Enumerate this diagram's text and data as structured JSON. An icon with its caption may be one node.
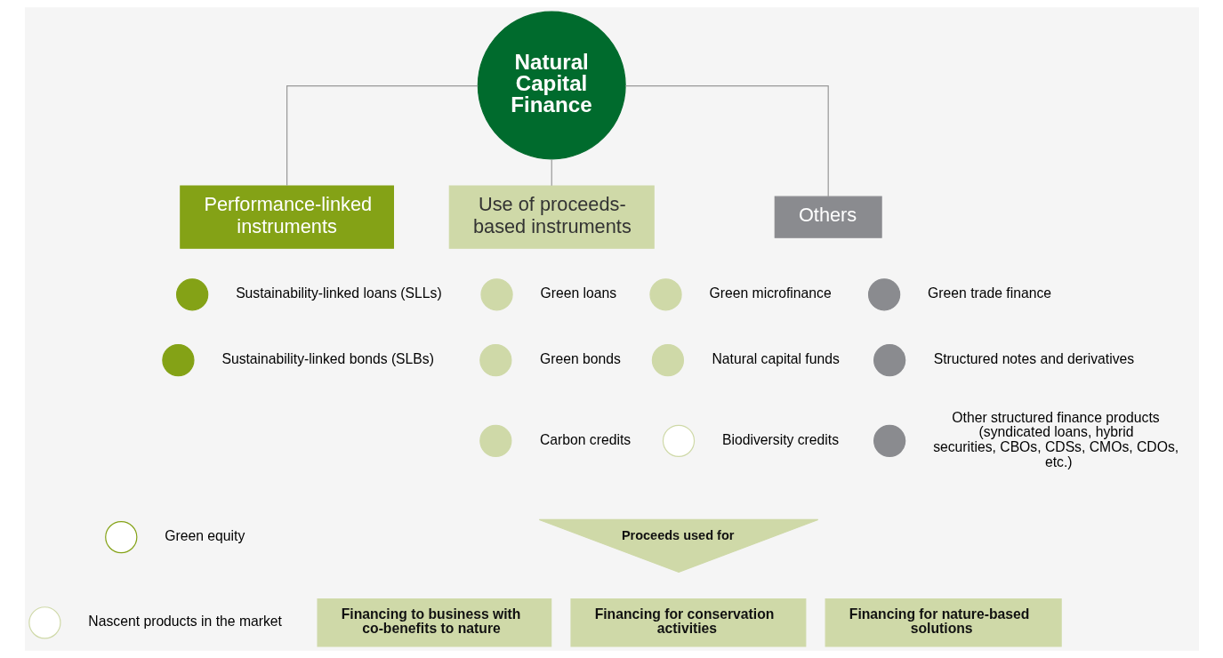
{
  "diagram": {
    "nodes": [
      {
        "text": [
          "Natural Capital Finance"
        ]
      },
      {
        "text": [
          "Performance-linked instruments"
        ]
      },
      {
        "text": [
          "Use of proceeds-based instruments"
        ]
      },
      {
        "text": [
          "Others"
        ]
      },
      {
        "text": [],
        "shape": "circle",
        "beside": [
          "Sustainability-linked loans (SLLs)"
        ]
      },
      {
        "text": [],
        "shape": "circle",
        "beside": [
          "Sustainability-linked bonds (SLBs)"
        ]
      },
      {
        "text": [],
        "shape": "circle",
        "beside": [
          "Green equity"
        ]
      },
      {
        "text": [],
        "shape": "circle",
        "beside": [
          "Green loans"
        ]
      },
      {
        "text": [],
        "shape": "circle",
        "beside": [
          "Green bonds"
        ]
      },
      {
        "text": [],
        "shape": "circle",
        "beside": [
          "Carbon credits"
        ]
      },
      {
        "text": [],
        "shape": "circle",
        "beside": [
          "Green microfinance"
        ]
      },
      {
        "text": [],
        "shape": "circle",
        "beside": [
          "Natural capital funds"
        ]
      },
      {
        "text": [],
        "shape": "circle",
        "beside": [
          "Biodiversity credits"
        ]
      },
      {
        "text": [],
        "shape": "circle",
        "beside": [
          "Green trade finance"
        ]
      },
      {
        "text": [],
        "shape": "circle",
        "beside": [
          "Structured notes and derivatives"
        ]
      },
      {
        "text": [],
        "shape": "circle",
        "beside": [
          "Other structured finance products (syndicated loans, hybrid securities, CBOs, CDSs, CMOs, CDOs, etc.)"
        ]
      },
      {
        "text": [
          "Proceeds used for"
        ]
      },
      {
        "text": [
          "Financing to business with co-benefits to nature"
        ]
      },
      {
        "text": [
          "Financing for conservation activities"
        ]
      },
      {
        "text": [
          "Financing for nature-based solutions"
        ]
      },
      {
        "text": [],
        "shape": "circle",
        "beside": [
          "Nascent products in the market"
        ]
      }
    ],
    "edges": [
      {
        "from": 0,
        "to": 1,
        "arrow": "none"
      },
      {
        "from": 0,
        "to": 2,
        "arrow": "none"
      },
      {
        "from": 0,
        "to": 3,
        "arrow": "none"
      }
    ]
  }
}
